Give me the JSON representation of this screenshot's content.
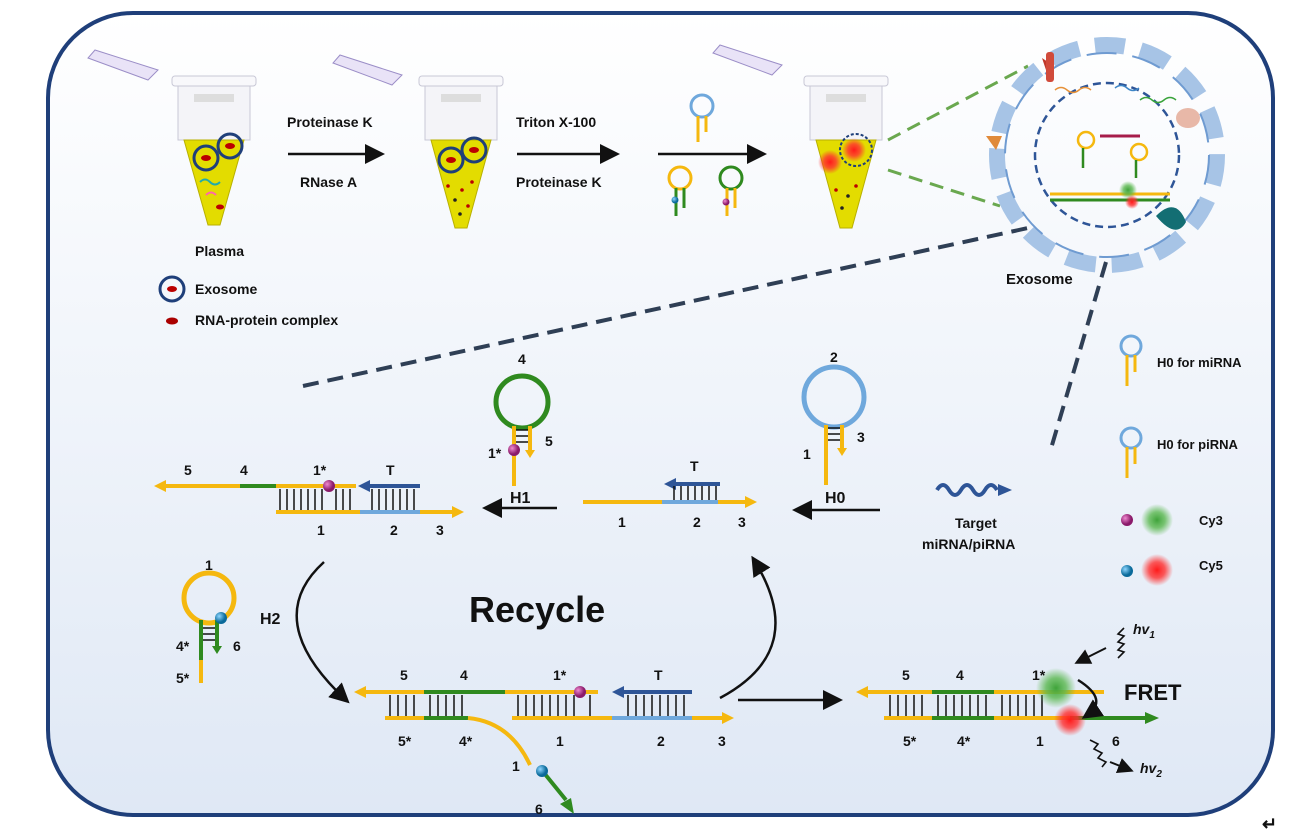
{
  "top_steps": {
    "step1_top": "Proteinase K",
    "step1_bottom": "RNase A",
    "step2_top": "Triton X-100",
    "step2_bottom": "Proteinase K"
  },
  "labels": {
    "plasma": "Plasma",
    "exosome_legend": "Exosome",
    "rna_protein_legend": "RNA-protein complex",
    "exosome_zoom": "Exosome",
    "recycle": "Recycle",
    "fret": "FRET",
    "target_line1": "Target",
    "target_line2": "miRNA/piRNA",
    "h0_mirna": "H0 for miRNA",
    "h0_pirna": "H0 for piRNA",
    "cy3": "Cy3",
    "cy5": "Cy5",
    "hv1": "hv",
    "hv1_sub": "1",
    "hv2": "hv",
    "hv2_sub": "2",
    "h0_arrow": "H0",
    "h1_arrow": "H1",
    "h2_arrow": "H2",
    "return_symbol": "↵"
  },
  "domains": {
    "d1": "1",
    "d2": "2",
    "d3": "3",
    "d4": "4",
    "d5": "5",
    "d6": "6",
    "d1s": "1*",
    "d4s": "4*",
    "d5s": "5*",
    "T": "T"
  },
  "colors": {
    "frame": "#1f3f7a",
    "yellow": "#f5b80f",
    "green": "#2f8a1f",
    "light_blue": "#6fa8dc",
    "dark_blue": "#2e5597",
    "dashed_green": "#6aa84f",
    "dashed_dark": "#2f3f55"
  }
}
